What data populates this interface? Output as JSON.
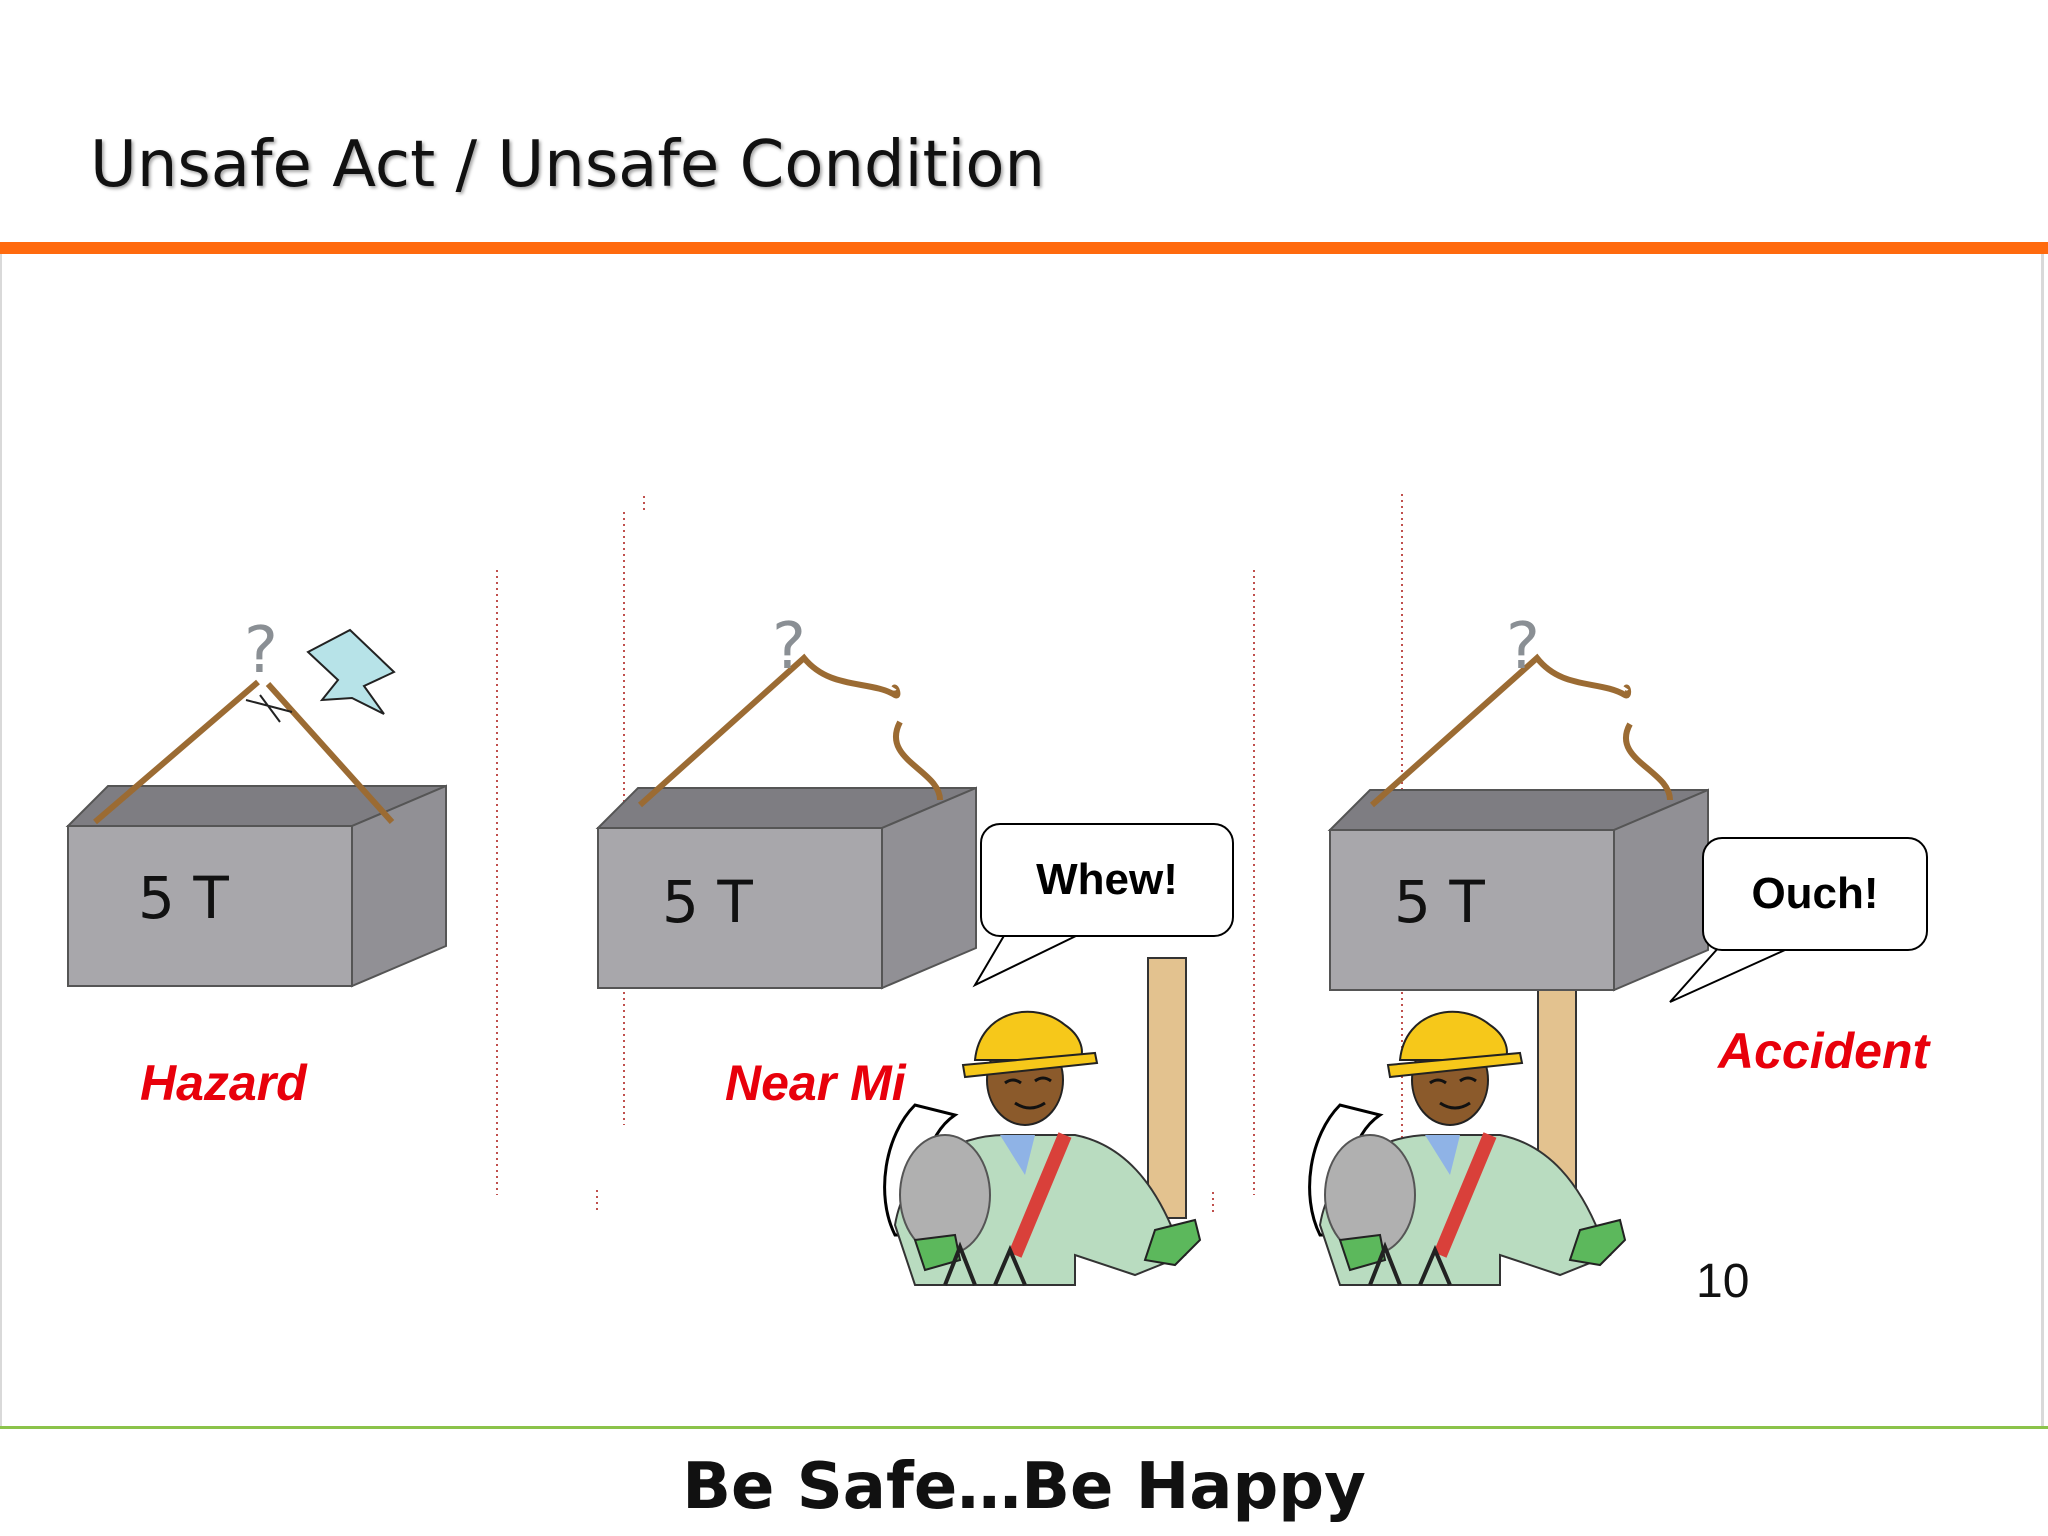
{
  "slide": {
    "title": "Unsafe Act / Unsafe Condition",
    "footer": "Be Safe…Be Happy",
    "page_number": "10"
  },
  "panels": [
    {
      "load_label": "5 T",
      "question_mark": "?",
      "caption": "Hazard"
    },
    {
      "load_label": "5 T",
      "question_mark": "?",
      "caption": "Near Mi",
      "speech": "Whew!"
    },
    {
      "load_label": "5 T",
      "question_mark": "?",
      "caption": "Accident",
      "speech": "Ouch!"
    }
  ],
  "colors": {
    "accent_orange": "#ff6a0e",
    "accent_green": "#8bc34a",
    "caption_red": "#e8000b",
    "box_gray": "#a8a7ab"
  }
}
